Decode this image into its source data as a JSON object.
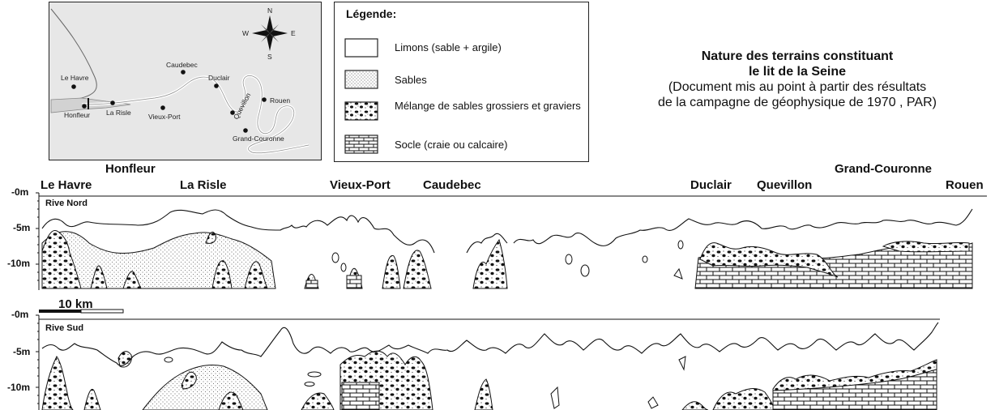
{
  "map": {
    "cities": {
      "le_havre": "Le Havre",
      "honfleur": "Honfleur",
      "la_risle": "La Risle",
      "vieux_port": "Vieux-Port",
      "caudebec": "Caudebec",
      "duclair": "Duclair",
      "quevillon": "Quevillon",
      "rouen": "Rouen",
      "grand_couronne": "Grand-Couronne"
    },
    "compass": {
      "n": "N",
      "s": "S",
      "e": "E",
      "w": "W"
    },
    "background_color": "#e7e7e7"
  },
  "legend": {
    "title": "Légende:",
    "items": [
      {
        "label": "Limons (sable + argile)",
        "pattern": "blank"
      },
      {
        "label": "Sables",
        "pattern": "dots"
      },
      {
        "label": "Mélange de sables grossiers et graviers",
        "pattern": "gravel"
      },
      {
        "label": "Socle (craie ou calcaire)",
        "pattern": "bricks"
      }
    ]
  },
  "title": {
    "line1": "Nature des terrains constituant",
    "line2": "le lit de la Seine",
    "line3": "(Document mis au point à partir des résultats",
    "line4": "de la campagne de géophysique de 1970 , PAR)"
  },
  "sites": {
    "honfleur": "Honfleur",
    "grand_couronne": "Grand-Couronne",
    "le_havre": "Le Havre",
    "la_risle": "La Risle",
    "vieux_port": "Vieux-Port",
    "caudebec": "Caudebec",
    "duclair": "Duclair",
    "quevillon": "Quevillon",
    "rouen": "Rouen"
  },
  "profiles": {
    "north": {
      "bank": "Rive Nord",
      "depths": [
        "-0m",
        "-5m",
        "-10m"
      ]
    },
    "south": {
      "bank": "Rive Sud",
      "depths": [
        "-0m",
        "-5m",
        "-10m"
      ]
    }
  },
  "scale_bar": {
    "label": "10 km"
  },
  "colors": {
    "ink": "#111111",
    "map_bg": "#e7e7e7",
    "river": "#ffffff"
  }
}
